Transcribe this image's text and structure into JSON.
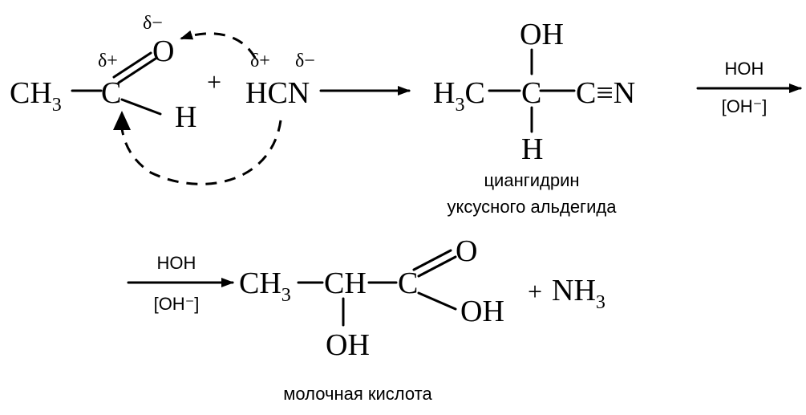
{
  "reactant1": {
    "ch3": "CH",
    "ch3_sub": "3",
    "carbon": "C",
    "oxygen": "O",
    "hydrogen": "H",
    "delta_plus": "δ+",
    "delta_minus": "δ−"
  },
  "plus1": "+",
  "reactant2": {
    "formula": "HCN",
    "delta_plus": "δ+",
    "delta_minus": "δ−"
  },
  "product1": {
    "left": "H",
    "left_sub": "3",
    "left_rest": "C",
    "center": "C",
    "nitrile": "C≡N",
    "top": "OH",
    "bottom": "H",
    "name_line1": "циангидрин",
    "name_line2": "уксусного альдегида"
  },
  "arrow2": {
    "above": "HOH",
    "below": "[OH⁻]"
  },
  "arrow3": {
    "above": "HOH",
    "below": "[OH⁻]"
  },
  "product2": {
    "ch3": "CH",
    "ch3_sub": "3",
    "ch": "CH",
    "carbon": "C",
    "oxygen": "O",
    "oh_right": "OH",
    "oh_bottom": "OH",
    "name": "молочная кислота"
  },
  "plus2": "+",
  "byproduct": {
    "text": "NH",
    "sub": "3"
  }
}
